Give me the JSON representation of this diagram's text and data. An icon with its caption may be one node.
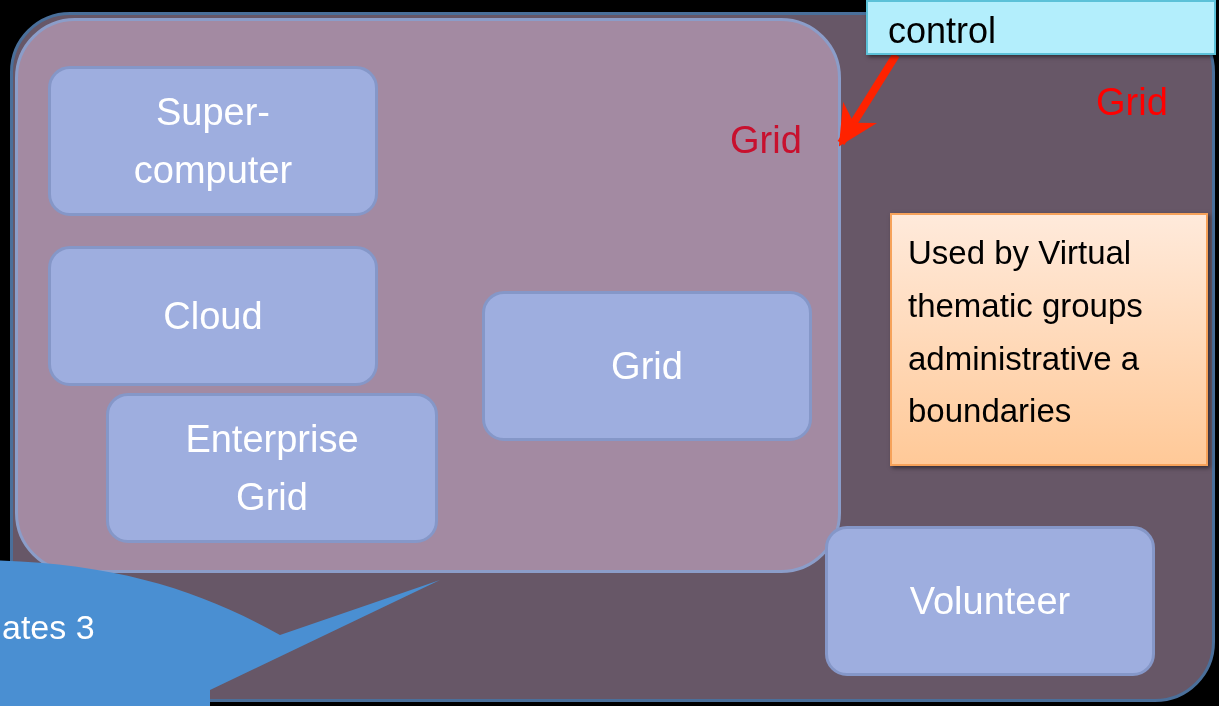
{
  "diagram": {
    "nodes": [
      {
        "text": [
          "Grid"
        ]
      },
      {
        "text": [
          "Grid"
        ],
        "in": 0
      },
      {
        "text": [
          "Super- computer"
        ],
        "in": 1
      },
      {
        "text": [
          "Cloud"
        ],
        "in": 1
      },
      {
        "text": [
          "Enterprise Grid"
        ],
        "in": 1
      },
      {
        "text": [
          "Grid"
        ],
        "in": 1
      },
      {
        "text": [
          "Volunteer"
        ],
        "in": 0
      },
      {
        "text": [
          "control"
        ]
      },
      {
        "text": [
          "Used by Virtual thematic groups administrative a boundaries"
        ],
        "in": 0
      },
      {
        "text": [
          "ates 3"
        ]
      }
    ],
    "edges": [
      {
        "from": 7,
        "to": 1,
        "arrow": "to",
        "color": "#ff2200"
      }
    ]
  }
}
